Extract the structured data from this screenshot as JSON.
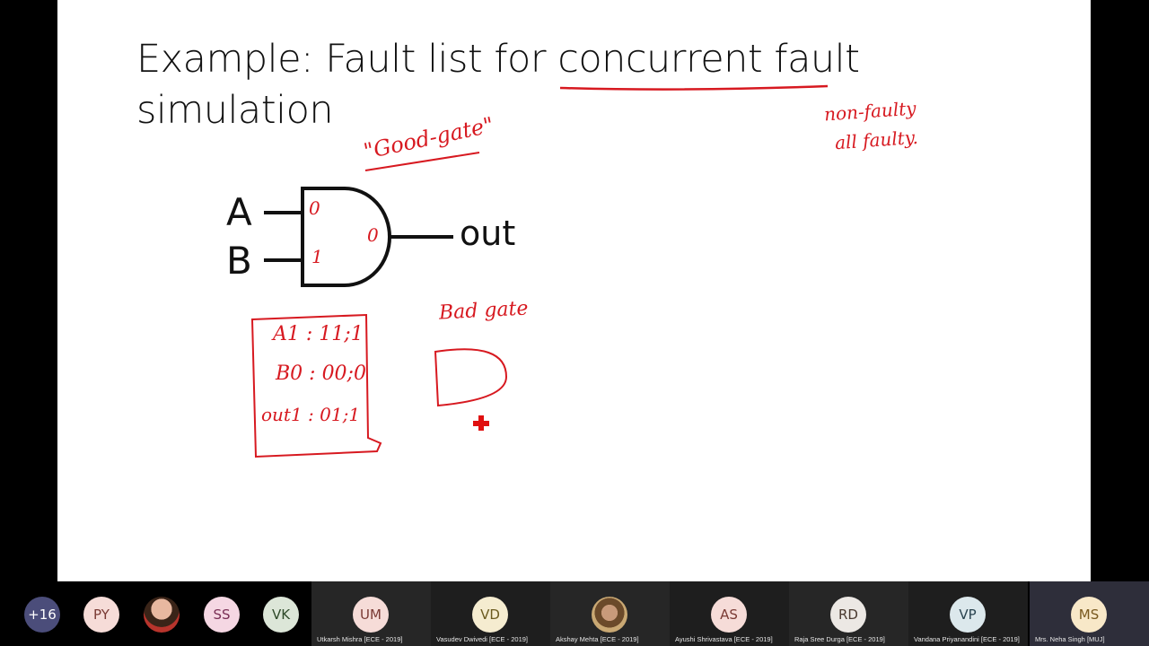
{
  "slide": {
    "title_line1": "Example: Fault list for concurrent fault",
    "title_line2": "simulation",
    "gate": {
      "input_a": "A",
      "input_b": "B",
      "output": "out",
      "value_a": "0",
      "value_b": "1",
      "value_out": "0"
    },
    "annotations": {
      "good_gate": "\"Good-gate\"",
      "non_faulty": "non-faulty",
      "all_faulty": "all faulty.",
      "bad_gate": "Bad gate",
      "fault_list": [
        "A1 : 11;1",
        "B0 : 00;0",
        "out1 : 01;1"
      ]
    },
    "colors": {
      "ink": "#d71920",
      "text": "#111111"
    }
  },
  "participants": {
    "overflow": {
      "label": "+16",
      "bg": "#4b4d7a",
      "fg": "#ffffff"
    },
    "strip": [
      {
        "initials": "PY",
        "bg": "#f6dcd8",
        "fg": "#7a3a34"
      },
      {
        "initials": "",
        "photo": true
      },
      {
        "initials": "SS",
        "bg": "#f5d7e3",
        "fg": "#7a2f55"
      },
      {
        "initials": "VK",
        "bg": "#dce6d8",
        "fg": "#2f4a2a"
      }
    ],
    "tiles": [
      {
        "initials": "UM",
        "name": "Utkarsh Mishra [ECE - 2019]",
        "bg": "#f6dcd8",
        "fg": "#7a3a34",
        "tile_bg": "#262626"
      },
      {
        "initials": "VD",
        "name": "Vasudev Dwivedi [ECE - 2019]",
        "bg": "#f5ecd0",
        "fg": "#6b5a1f",
        "tile_bg": "#1e1e1e"
      },
      {
        "initials": "",
        "name": "Akshay Mehta [ECE - 2019]",
        "photo": true,
        "tile_bg": "#262626"
      },
      {
        "initials": "AS",
        "name": "Ayushi Shrivastava [ECE - 2019]",
        "bg": "#f6dcd8",
        "fg": "#7a3a34",
        "tile_bg": "#1e1e1e"
      },
      {
        "initials": "RD",
        "name": "Raja Sree Durga [ECE - 2019]",
        "bg": "#ece8e4",
        "fg": "#4a3a30",
        "tile_bg": "#262626"
      },
      {
        "initials": "VP",
        "name": "Vandana Priyanandini [ECE - 2019]",
        "bg": "#dce8ec",
        "fg": "#2a4450",
        "tile_bg": "#1e1e1e"
      },
      {
        "initials": "MS",
        "name": "Mrs. Neha Singh [MUJ]",
        "bg": "#f8e8c8",
        "fg": "#7a5a1f",
        "tile_bg": "#2e2e3a"
      }
    ]
  }
}
